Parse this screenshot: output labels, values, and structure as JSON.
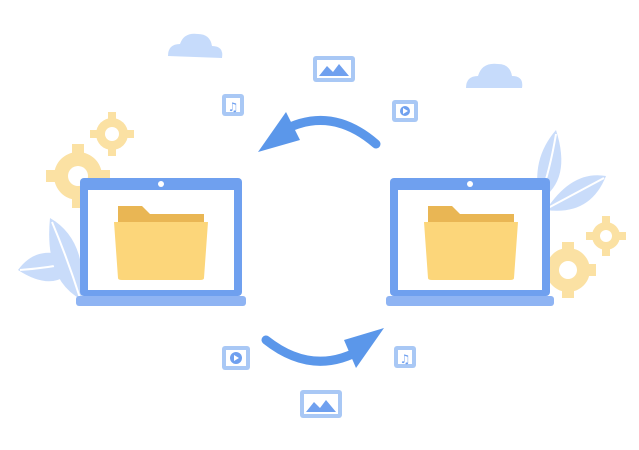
{
  "scene": {
    "left_laptop": {
      "name": "laptop",
      "screen_content": "folder-icon"
    },
    "right_laptop": {
      "name": "laptop",
      "screen_content": "folder-icon"
    },
    "transfer_arrows": [
      {
        "direction": "right-to-left",
        "position_word": "top"
      },
      {
        "direction": "left-to-right",
        "position_word": "bottom"
      }
    ],
    "media_badges": [
      {
        "icon": "music-note-icon"
      },
      {
        "icon": "image-icon"
      },
      {
        "icon": "play-icon"
      },
      {
        "icon": "play-icon"
      },
      {
        "icon": "music-note-icon"
      },
      {
        "icon": "image-icon"
      }
    ],
    "decorations": [
      "cloud-icon",
      "cloud-icon",
      "gear-icon",
      "gear-icon",
      "leaf-icon",
      "leaf-icon"
    ]
  },
  "colors": {
    "laptop_frame": "#6fa0ef",
    "laptop_base": "#8fb4f3",
    "screen": "#ffffff",
    "folder_front": "#fcd67a",
    "folder_back": "#e9b654",
    "arrow": "#5b97ea",
    "cloud": "#c6dbfb",
    "gear": "#fbe1a3",
    "leaf": "#c9dcfa",
    "badge": "#a9c8f5"
  }
}
